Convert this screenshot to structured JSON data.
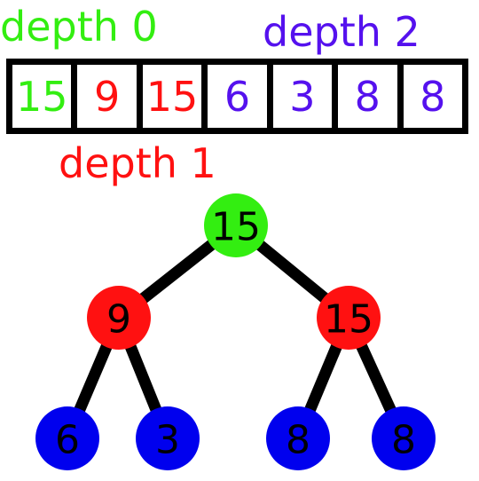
{
  "labels": {
    "depth0": "depth 0",
    "depth1": "depth 1",
    "depth2": "depth 2"
  },
  "colors": {
    "depth0": "#33ee11",
    "depth1": "#ff1111",
    "depth2": "#5511ee",
    "node_depth0": "#33ee11",
    "node_depth1": "#ff1111",
    "node_depth2": "#0000ee",
    "edge": "#000000"
  },
  "array": [
    {
      "value": "15",
      "depth": 0
    },
    {
      "value": "9",
      "depth": 1
    },
    {
      "value": "15",
      "depth": 1
    },
    {
      "value": "6",
      "depth": 2
    },
    {
      "value": "3",
      "depth": 2
    },
    {
      "value": "8",
      "depth": 2
    },
    {
      "value": "8",
      "depth": 2
    }
  ],
  "tree": {
    "nodes": [
      {
        "id": "n0",
        "value": "15",
        "depth": 0
      },
      {
        "id": "n1",
        "value": "9",
        "depth": 1
      },
      {
        "id": "n2",
        "value": "15",
        "depth": 1
      },
      {
        "id": "n3",
        "value": "6",
        "depth": 2
      },
      {
        "id": "n4",
        "value": "3",
        "depth": 2
      },
      {
        "id": "n5",
        "value": "8",
        "depth": 2
      },
      {
        "id": "n6",
        "value": "8",
        "depth": 2
      }
    ],
    "edges": [
      [
        "n0",
        "n1"
      ],
      [
        "n0",
        "n2"
      ],
      [
        "n1",
        "n3"
      ],
      [
        "n1",
        "n4"
      ],
      [
        "n2",
        "n5"
      ],
      [
        "n2",
        "n6"
      ]
    ]
  }
}
